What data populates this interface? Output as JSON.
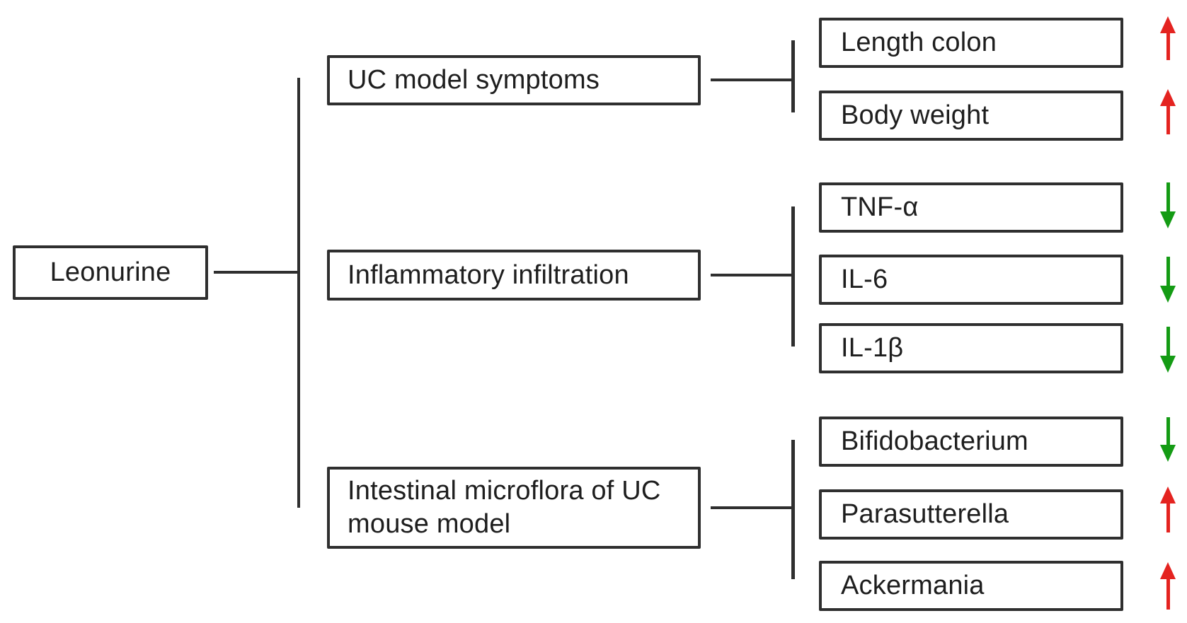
{
  "figure": {
    "type": "tree-diagram",
    "root": {
      "label": "Leonurine"
    },
    "groups": [
      {
        "label": "UC model symptoms",
        "leaves": [
          {
            "label": "Length colon",
            "trend": "up"
          },
          {
            "label": "Body weight",
            "trend": "up"
          }
        ]
      },
      {
        "label": "Inflammatory infiltration",
        "leaves": [
          {
            "label": "TNF-α",
            "trend": "down"
          },
          {
            "label": "IL-6",
            "trend": "down"
          },
          {
            "label": "IL-1β",
            "trend": "down"
          }
        ]
      },
      {
        "label": "Intestinal microflora of UC\nmouse model",
        "leaves": [
          {
            "label": "Bifidobacterium",
            "trend": "down"
          },
          {
            "label": "Parasutterella",
            "trend": "up"
          },
          {
            "label": "Ackermania",
            "trend": "up"
          }
        ]
      }
    ],
    "colors": {
      "up": "#e42320",
      "down": "#149b14",
      "line": "#2f2f2f",
      "background": "#ffffff"
    }
  }
}
